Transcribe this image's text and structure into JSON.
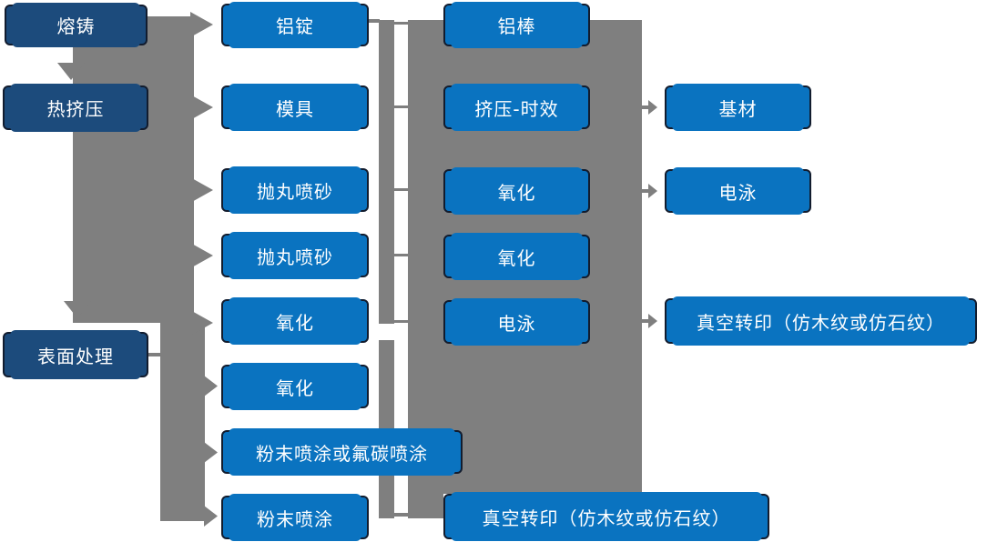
{
  "diagram": {
    "title": "aluminum-profile-process-flowchart",
    "colors": {
      "stage_box": "#1c4b7c",
      "process_box": "#0a73c0",
      "connector": "#7f7f7f",
      "box_border": "#121c2e",
      "text": "#ffffff"
    },
    "stages": [
      "熔铸",
      "热挤压",
      "表面处理"
    ],
    "col2": [
      "铝锭",
      "模具",
      "抛丸喷砂",
      "抛丸喷砂",
      "氧化",
      "氧化",
      "粉末喷涂或氟碳喷涂",
      "粉末喷涂"
    ],
    "col3": [
      "铝棒",
      "挤压-时效",
      "氧化",
      "氧化",
      "电泳",
      "真空转印（仿木纹或仿石纹）"
    ],
    "col4": [
      "基材",
      "电泳",
      "真空转印（仿木纹或仿石纹）"
    ]
  }
}
